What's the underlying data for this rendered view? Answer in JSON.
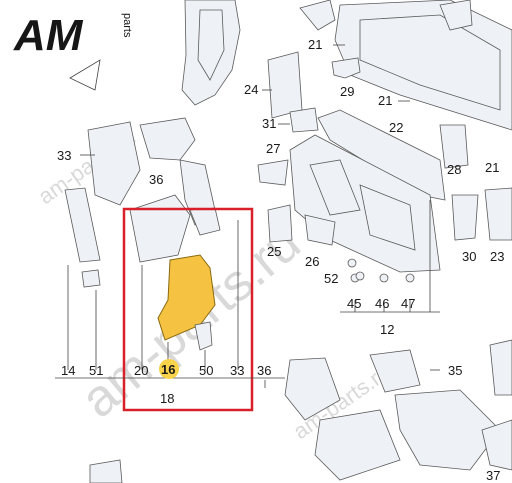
{
  "logo": {
    "main": "AM",
    "sub": "parts"
  },
  "watermark": {
    "small": "am-parts.ru",
    "large": "am-parts.ru"
  },
  "colors": {
    "highlight_fill": "#f5c242",
    "frame": "#d8202a",
    "badge": "#f9d34a"
  },
  "labels": {
    "l21a": "21",
    "l29": "29",
    "l24": "24",
    "l21b": "21",
    "l31": "31",
    "l22": "22",
    "l33a": "33",
    "l36a": "36",
    "l27": "27",
    "l28": "28",
    "l21c": "21",
    "l25": "25",
    "l26": "26",
    "l52": "52",
    "l30": "30",
    "l23": "23",
    "l45": "45",
    "l46": "46",
    "l47": "47",
    "l12": "12",
    "l14": "14",
    "l51": "51",
    "l20": "20",
    "l16": "16",
    "l50": "50",
    "l33b": "33",
    "l36b": "36",
    "l18": "18",
    "l35": "35",
    "l37": "37"
  }
}
